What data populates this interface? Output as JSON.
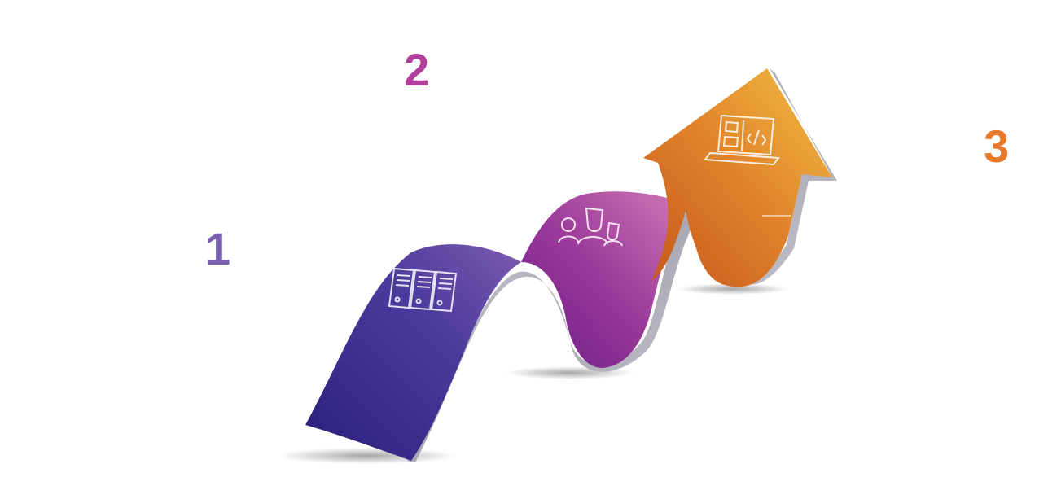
{
  "steps": [
    {
      "number": "1",
      "color": "#7a5fb0",
      "icon": "server-files-icon"
    },
    {
      "number": "2",
      "color": "#b0409b",
      "icon": "team-people-icon"
    },
    {
      "number": "3",
      "color": "#e8792b",
      "icon": "laptop-code-icon"
    }
  ],
  "colors": {
    "band_purple": "#3a2b8f",
    "band_magenta": "#9c3a9a",
    "band_orange": "#e28a2a",
    "edge_silver": "#b8b8c4"
  }
}
